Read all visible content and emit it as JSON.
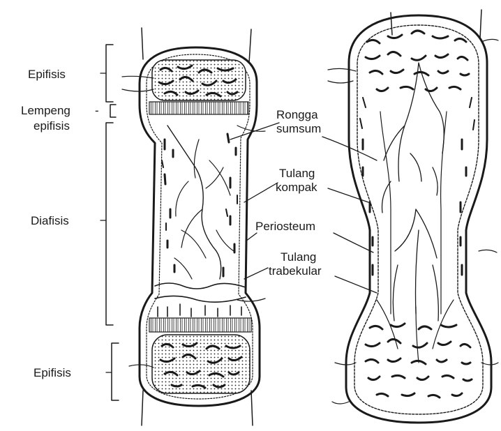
{
  "labels": {
    "epifisis_top": "Epifisis",
    "lempeng_1": "Lempeng",
    "lempeng_2": "epifisis",
    "diafisis": "Diafisis",
    "epifisis_bottom": "Epifisis",
    "rongga_1": "Rongga",
    "rongga_2": "sumsum",
    "kompak_1": "Tulang",
    "kompak_2": "kompak",
    "periosteum": "Periosteum",
    "trabekular_1": "Tulang",
    "trabekular_2": "trabekular"
  },
  "colors": {
    "ink": "#1a1a1a",
    "paper": "#ffffff",
    "spongy": "#2a2a2a"
  }
}
